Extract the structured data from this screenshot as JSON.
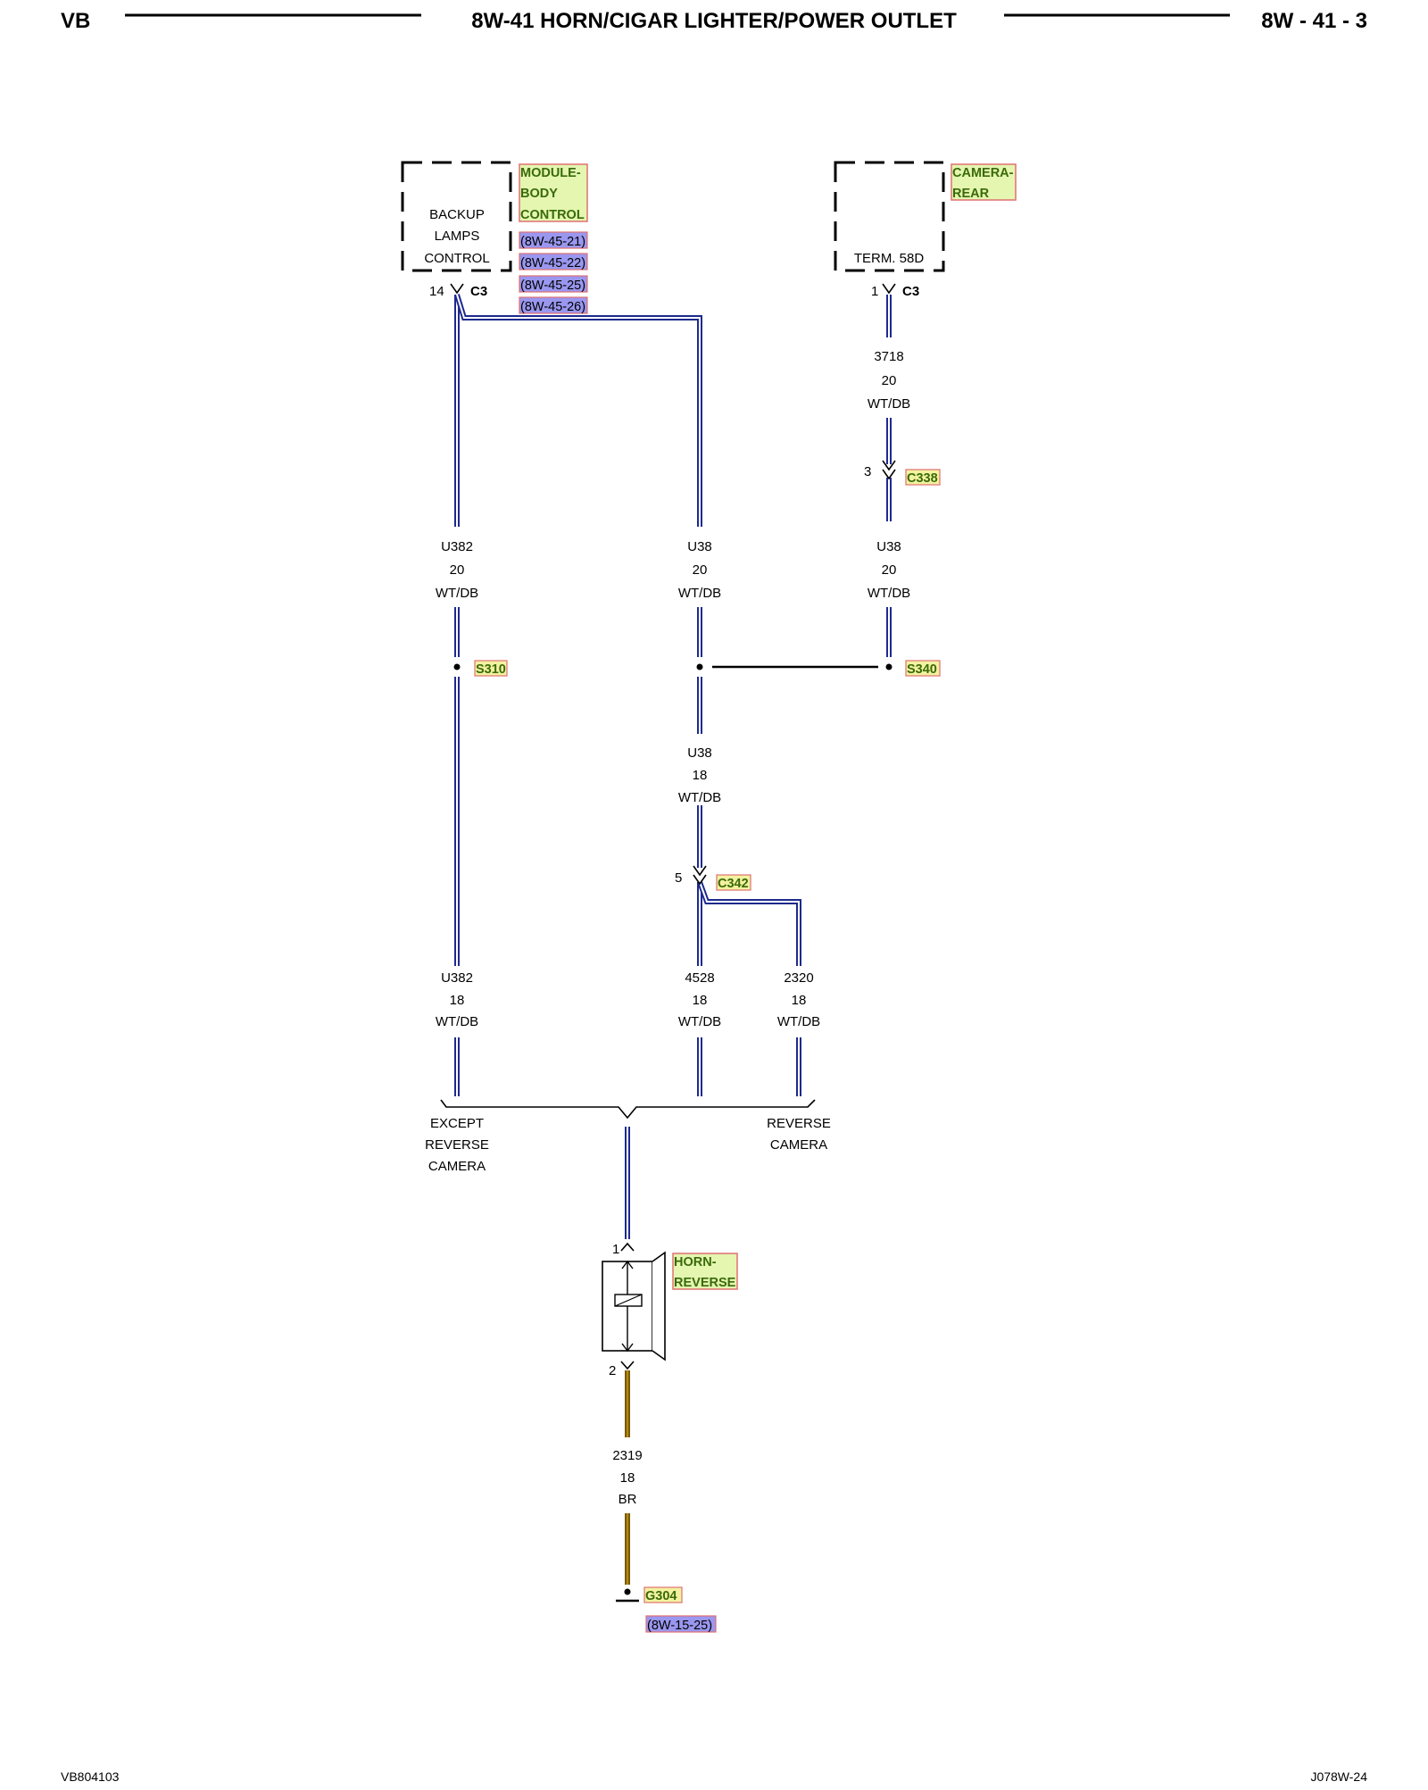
{
  "colors": {
    "wire_wt_db": "#1d2a8e",
    "wire_br": "#7b5a00",
    "component_bg": "#e4f6b0",
    "component_border": "#e07070",
    "ref_bg": "#9a97f0",
    "splice_bg": "#f2f2a0"
  },
  "header": {
    "left": "VB",
    "title": "8W-41 HORN/CIGAR LIGHTER/POWER OUTLET",
    "right": "8W - 41 - 3"
  },
  "footer": {
    "left": "VB804103",
    "right": "J078W-24"
  },
  "bcm": {
    "name_lines": [
      "MODULE-",
      "BODY",
      "CONTROL"
    ],
    "internal_lines": [
      "BACKUP",
      "LAMPS",
      "CONTROL"
    ],
    "refs": [
      "(8W-45-21)",
      "(8W-45-22)",
      "(8W-45-25)",
      "(8W-45-26)"
    ],
    "pin": "14",
    "connector": "C3"
  },
  "camera": {
    "name_lines": [
      "CAMERA-",
      "REAR"
    ],
    "internal_lines": [
      "TERM. 58D"
    ],
    "pin": "1",
    "connector": "C3"
  },
  "wires": {
    "w3718": [
      "3718",
      "20",
      "WT/DB"
    ],
    "u382_20": [
      "U382",
      "20",
      "WT/DB"
    ],
    "u38_20_left": [
      "U38",
      "20",
      "WT/DB"
    ],
    "u38_20_right": [
      "U38",
      "20",
      "WT/DB"
    ],
    "u38_18": [
      "U38",
      "18",
      "WT/DB"
    ],
    "u382_18": [
      "U382",
      "18",
      "WT/DB"
    ],
    "w4528": [
      "4528",
      "18",
      "WT/DB"
    ],
    "w2320": [
      "2320",
      "18",
      "WT/DB"
    ],
    "w2319": [
      "2319",
      "18",
      "BR"
    ]
  },
  "connectors": {
    "c338": {
      "pin": "3",
      "name": "C338"
    },
    "c342": {
      "pin": "5",
      "name": "C342"
    }
  },
  "splices": {
    "s310": "S310",
    "s340": "S340"
  },
  "options": {
    "left": [
      "EXCEPT",
      "REVERSE",
      "CAMERA"
    ],
    "right": [
      "REVERSE",
      "CAMERA"
    ]
  },
  "horn": {
    "name_lines": [
      "HORN-",
      "REVERSE"
    ],
    "pin_top": "1",
    "pin_bottom": "2"
  },
  "ground": {
    "name": "G304",
    "ref": "(8W-15-25)"
  }
}
